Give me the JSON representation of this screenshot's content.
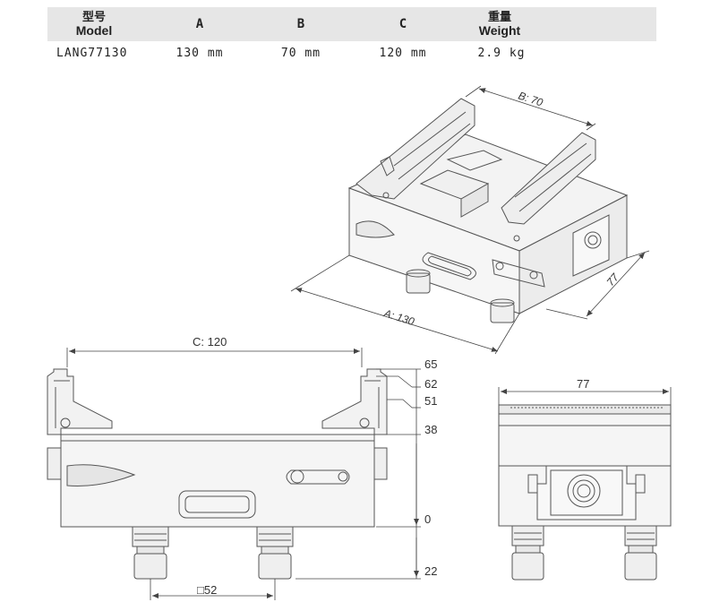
{
  "table": {
    "headers": {
      "model_cn": "型号",
      "model_en": "Model",
      "a": "A",
      "b": "B",
      "c": "C",
      "weight_cn": "重量",
      "weight_en": "Weight"
    },
    "row": {
      "model": "LANG77130",
      "a": "130 mm",
      "b": "70 mm",
      "c": "120 mm",
      "weight": "2.9 kg"
    }
  },
  "iso_view": {
    "dim_b": "B: 70",
    "dim_a": "A: 130",
    "dim_depth": "77"
  },
  "front_view": {
    "dim_c": "C: 120",
    "heights": [
      "65",
      "62",
      "51",
      "38",
      "0",
      "22"
    ],
    "dim_pitch": "□52"
  },
  "side_view": {
    "dim_width": "77"
  },
  "colors": {
    "line": "#555555",
    "header_bg": "#e6e6e6",
    "body_fill": "#f4f4f4"
  }
}
